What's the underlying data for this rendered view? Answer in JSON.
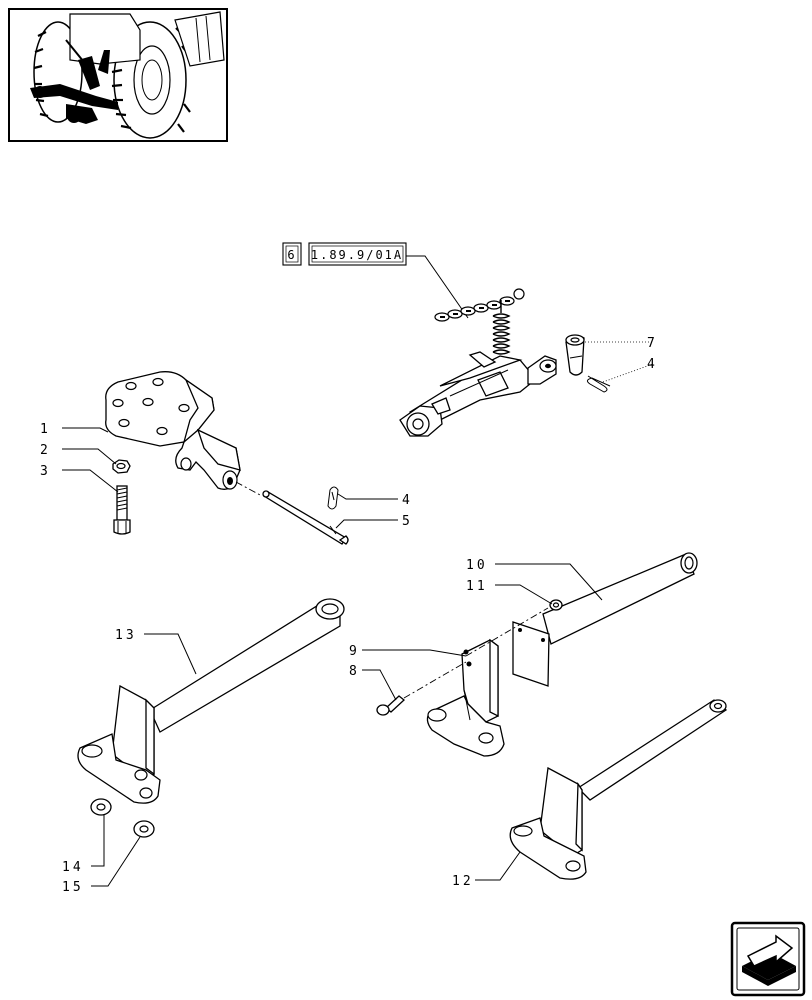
{
  "reference": {
    "group": "6",
    "code": "1.89.9/01A"
  },
  "callouts": [
    {
      "id": "c1",
      "text": "1"
    },
    {
      "id": "c2",
      "text": "2"
    },
    {
      "id": "c3",
      "text": "3"
    },
    {
      "id": "c4a",
      "text": "4"
    },
    {
      "id": "c5",
      "text": "5"
    },
    {
      "id": "c7",
      "text": "7"
    },
    {
      "id": "c4b",
      "text": "4"
    },
    {
      "id": "c10",
      "text": "10"
    },
    {
      "id": "c11",
      "text": "11"
    },
    {
      "id": "c9",
      "text": "9"
    },
    {
      "id": "c8",
      "text": "8"
    },
    {
      "id": "c13",
      "text": "13"
    },
    {
      "id": "c14",
      "text": "14"
    },
    {
      "id": "c15",
      "text": "15"
    },
    {
      "id": "c12",
      "text": "12"
    }
  ],
  "icons": {
    "thumbnail": "tractor-rear-thumbnail-icon",
    "navigation": "next-page-arrow-icon"
  }
}
